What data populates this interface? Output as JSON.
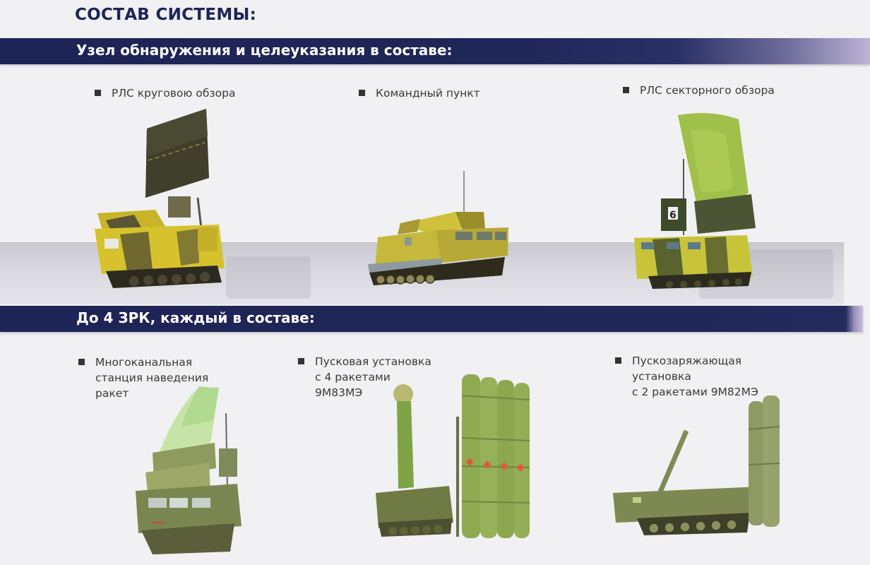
{
  "document": {
    "title": "СОСТАВ СИСТЕМЫ:",
    "colors": {
      "title": "#1d2456",
      "banner": "#1d2456",
      "banner_text": "#ffffff",
      "label_text": "#3a3a3a",
      "page_background": "#f1f0f2"
    }
  },
  "sections": [
    {
      "heading": "Узел обнаружения и целеуказания в составе:",
      "items": [
        {
          "lines": [
            "РЛС круговою обзора"
          ],
          "image": "radar-vehicle-circular-camo-yellow"
        },
        {
          "lines": [
            "Командный пункт"
          ],
          "image": "command-post-vehicle-yellow"
        },
        {
          "lines": [
            "РЛС секторного обзора"
          ],
          "image": "radar-vehicle-sector-camo-green"
        }
      ]
    },
    {
      "heading": "До 4 ЗРК, каждый в составе:",
      "items": [
        {
          "lines": [
            "Многоканальная",
            "станция наведения",
            "ракет"
          ],
          "image": "guidance-radar-vehicle-green"
        },
        {
          "lines": [
            "Пусковая установка",
            "с 4 ракетами",
            "9М83МЭ"
          ],
          "image": "launcher-4-missiles"
        },
        {
          "lines": [
            "Пускозаряжающая",
            "установка",
            "с 2 ракетами 9М82МЭ"
          ],
          "image": "loader-launcher-2-missiles"
        }
      ]
    }
  ]
}
